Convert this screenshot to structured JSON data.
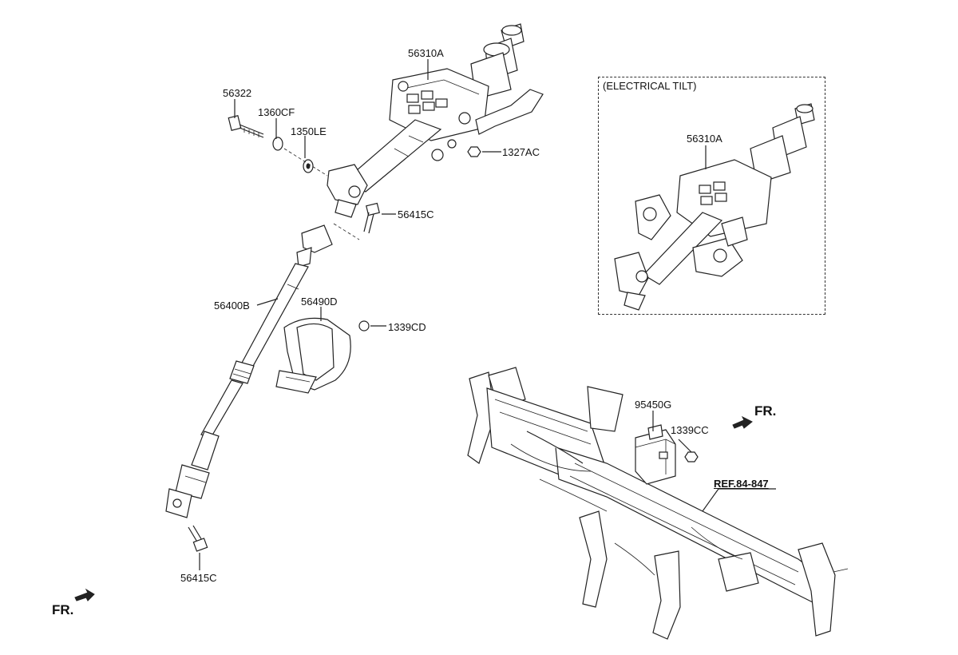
{
  "diagram": {
    "labels": {
      "p56310A": "56310A",
      "p56322": "56322",
      "p1360CF": "1360CF",
      "p1350LE": "1350LE",
      "p1327AC": "1327AC",
      "p56415C_top": "56415C",
      "p56400B": "56400B",
      "p56490D": "56490D",
      "p1339CD": "1339CD",
      "p56415C_bottom": "56415C",
      "p95450G": "95450G",
      "p1339CC": "1339CC",
      "ref": "REF.84-847",
      "tilt_p56310A": "56310A"
    },
    "inset_title": "(ELECTRICAL TILT)",
    "fr_left": "FR.",
    "fr_right": "FR."
  }
}
